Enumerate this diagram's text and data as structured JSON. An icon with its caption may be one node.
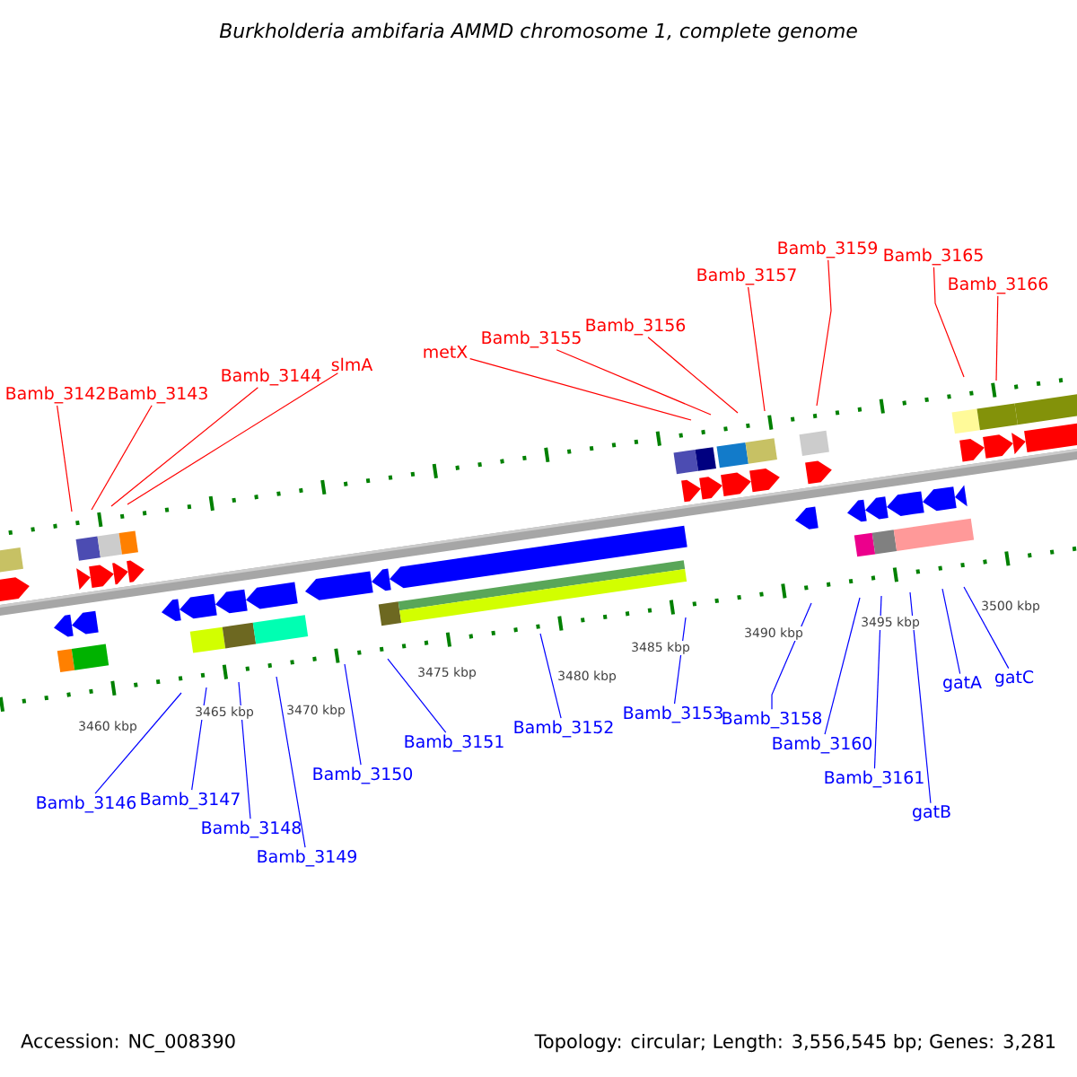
{
  "diagram": {
    "title": "Burkholderia ambifaria AMMD chromosome 1, complete genome",
    "nodes": [
      {
        "text": [
          "Bamb_3142"
        ]
      },
      {
        "text": [
          "Bamb_3143"
        ]
      },
      {
        "text": [
          "Bamb_3144"
        ]
      },
      {
        "text": [
          "slmA"
        ]
      },
      {
        "text": [
          "metX"
        ]
      },
      {
        "text": [
          "Bamb_3155"
        ]
      },
      {
        "text": [
          "Bamb_3156"
        ]
      },
      {
        "text": [
          "Bamb_3157"
        ]
      },
      {
        "text": [
          "Bamb_3159"
        ]
      },
      {
        "text": [
          "Bamb_3165"
        ]
      },
      {
        "text": [
          "Bamb_3166"
        ]
      },
      {
        "text": [
          "Bamb_3146"
        ]
      },
      {
        "text": [
          "Bamb_3147"
        ]
      },
      {
        "text": [
          "Bamb_3148"
        ]
      },
      {
        "text": [
          "Bamb_3149"
        ]
      },
      {
        "text": [
          "Bamb_3150"
        ]
      },
      {
        "text": [
          "Bamb_3151"
        ]
      },
      {
        "text": [
          "Bamb_3152"
        ]
      },
      {
        "text": [
          "Bamb_3153"
        ]
      },
      {
        "text": [
          "Bamb_3158"
        ]
      },
      {
        "text": [
          "Bamb_3160"
        ]
      },
      {
        "text": [
          "Bamb_3161"
        ]
      },
      {
        "text": [
          "gatB"
        ]
      },
      {
        "text": [
          "gatA"
        ]
      },
      {
        "text": [
          "gatC"
        ]
      }
    ],
    "edges": [
      {
        "from": 0,
        "to": null,
        "arrow": "none",
        "color": "#ff0000"
      },
      {
        "from": 1,
        "to": null,
        "arrow": "none",
        "color": "#ff0000"
      },
      {
        "from": 2,
        "to": null,
        "arrow": "none",
        "color": "#ff0000"
      },
      {
        "from": 3,
        "to": null,
        "arrow": "none",
        "color": "#ff0000"
      },
      {
        "from": 4,
        "to": null,
        "arrow": "none",
        "color": "#ff0000"
      },
      {
        "from": 5,
        "to": null,
        "arrow": "none",
        "color": "#ff0000"
      },
      {
        "from": 6,
        "to": null,
        "arrow": "none",
        "color": "#ff0000"
      },
      {
        "from": 7,
        "to": null,
        "arrow": "none",
        "color": "#ff0000"
      },
      {
        "from": 8,
        "to": null,
        "arrow": "none",
        "color": "#ff0000"
      },
      {
        "from": 9,
        "to": null,
        "arrow": "none",
        "color": "#ff0000"
      },
      {
        "from": 10,
        "to": null,
        "arrow": "none",
        "color": "#ff0000"
      },
      {
        "from": 11,
        "to": null,
        "arrow": "none"
      },
      {
        "from": 12,
        "to": null,
        "arrow": "none"
      },
      {
        "from": 13,
        "to": null,
        "arrow": "none"
      },
      {
        "from": 14,
        "to": null,
        "arrow": "none"
      },
      {
        "from": 15,
        "to": null,
        "arrow": "none"
      },
      {
        "from": 16,
        "to": null,
        "arrow": "none"
      },
      {
        "from": 17,
        "to": null,
        "arrow": "none"
      },
      {
        "from": 18,
        "to": null,
        "arrow": "none"
      },
      {
        "from": 19,
        "to": null,
        "arrow": "none"
      },
      {
        "from": 20,
        "to": null,
        "arrow": "none"
      },
      {
        "from": 21,
        "to": null,
        "arrow": "none"
      },
      {
        "from": 22,
        "to": null,
        "arrow": "none"
      },
      {
        "from": 23,
        "to": null,
        "arrow": "none"
      },
      {
        "from": 24,
        "to": null,
        "arrow": "none"
      }
    ],
    "labels": [
      "3460 kbp",
      "3465 kbp",
      "3470 kbp",
      "3475 kbp",
      "3480 kbp",
      "3485 kbp",
      "3490 kbp",
      "3495 kbp",
      "3500 kbp",
      "Accession: NC_008390",
      "Topology: circular; Length: 3,556,545 bp; Genes: 3,281"
    ]
  }
}
